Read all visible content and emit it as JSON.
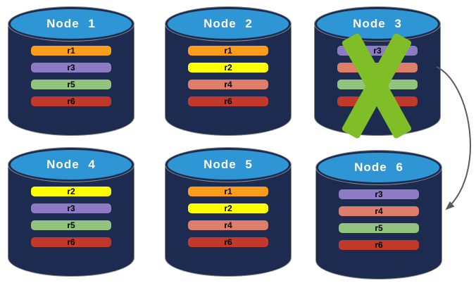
{
  "colors": {
    "cylinder_body": "#1C2B4F",
    "cylinder_top": "#2E96D4",
    "cylinder_outline": "#8C8C8C",
    "title_text": "#FFFFFF",
    "bar_text": "#000000",
    "cross": "#7FBE26",
    "arrow": "#5A5A5A"
  },
  "nodes": [
    {
      "label": "Node 1",
      "failed": false,
      "replicas": [
        {
          "label": "r1",
          "color": "#F99D1B"
        },
        {
          "label": "r3",
          "color": "#8D7CC4"
        },
        {
          "label": "r5",
          "color": "#93C47D"
        },
        {
          "label": "r6",
          "color": "#C0392B"
        }
      ]
    },
    {
      "label": "Node 2",
      "failed": false,
      "replicas": [
        {
          "label": "r1",
          "color": "#F99D1B"
        },
        {
          "label": "r2",
          "color": "#FFFF00"
        },
        {
          "label": "r4",
          "color": "#DD7E6B"
        },
        {
          "label": "r6",
          "color": "#C0392B"
        }
      ]
    },
    {
      "label": "Node 3",
      "failed": true,
      "replicas": [
        {
          "label": "r3",
          "color": "#8D7CC4"
        },
        {
          "label": "r4",
          "color": "#DD7E6B"
        },
        {
          "label": "r5",
          "color": "#93C47D"
        },
        {
          "label": "r6",
          "color": "#C0392B"
        }
      ]
    },
    {
      "label": "Node 4",
      "failed": false,
      "replicas": [
        {
          "label": "r2",
          "color": "#FFFF00"
        },
        {
          "label": "r3",
          "color": "#8D7CC4"
        },
        {
          "label": "r5",
          "color": "#93C47D"
        },
        {
          "label": "r6",
          "color": "#C0392B"
        }
      ]
    },
    {
      "label": "Node 5",
      "failed": false,
      "replicas": [
        {
          "label": "r1",
          "color": "#F99D1B"
        },
        {
          "label": "r2",
          "color": "#FFFF00"
        },
        {
          "label": "r4",
          "color": "#DD7E6B"
        },
        {
          "label": "r6",
          "color": "#C0392B"
        }
      ]
    },
    {
      "label": "Node 6",
      "failed": false,
      "replicas": [
        {
          "label": "r3",
          "color": "#8D7CC4"
        },
        {
          "label": "r4",
          "color": "#DD7E6B"
        },
        {
          "label": "r5",
          "color": "#93C47D"
        },
        {
          "label": "r6",
          "color": "#C0392B"
        }
      ]
    }
  ],
  "arrow": {
    "from": "Node 3",
    "to": "Node 6"
  }
}
